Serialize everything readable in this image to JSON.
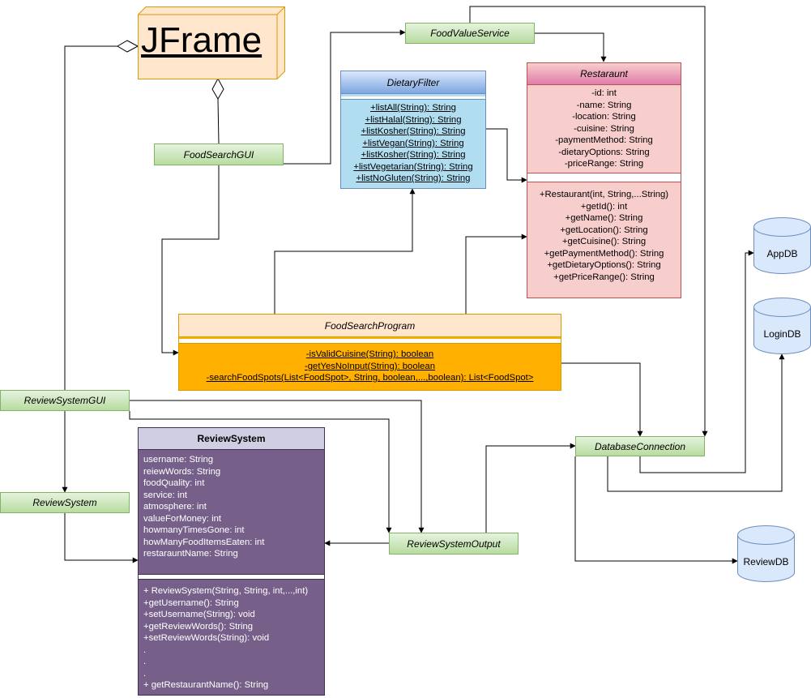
{
  "jframe": {
    "label": "JFrame"
  },
  "green_boxes": {
    "food_value_service": "FoodValueService",
    "food_search_gui": "FoodSearchGUI",
    "review_system_gui": "ReviewSystemGUI",
    "review_system": "ReviewSystem",
    "review_system_output": "ReviewSystemOutput",
    "database_connection": "DatabaseConnection"
  },
  "dietary_filter": {
    "name": "DietaryFilter",
    "methods": [
      "+listAll(String): String",
      "+listHalal(String): String",
      "+listKosher(String): String",
      "+listVegan(String): String",
      "+listKosher(String): String",
      "+listVegetarian(String): String",
      "+listNoGluten(String): String"
    ]
  },
  "restaurant": {
    "name": "Restaraunt",
    "attributes": [
      "-id: int",
      "-name: String",
      "-location: String",
      "-cuisine: String",
      "-paymentMethod: String",
      "-dietaryOptions: String",
      "-priceRange: String"
    ],
    "methods": [
      "+Restaurant(int, String,...String)",
      "+getId(): int",
      "+getName(): String",
      "+getLocation(): String",
      "+getCuisine(): String",
      "+getPaymentMethod(): String",
      "+getDietaryOptions(): String",
      "+getPriceRange(): String"
    ]
  },
  "food_search_program": {
    "name": "FoodSearchProgram",
    "methods": [
      "-isValidCuisine(String): boolean",
      "-getYesNoInput(String): boolean",
      "-searchFoodSpots(List<FoodSpot>, String, boolean,...,boolean): List<FoodSpot>"
    ]
  },
  "review_system_class": {
    "name": "ReviewSystem",
    "attributes": [
      "username: String",
      "reiewWords: String",
      "foodQuality: int",
      "service: int",
      "atmosphere: int",
      "valueForMoney: int",
      "howmanyTimesGone: int",
      "howManyFoodItemsEaten: int",
      "restarauntName: String"
    ],
    "methods": [
      "+ ReviewSystem(String, String, int,...,int)",
      "+getUsername(): String",
      "+setUsername(String): void",
      "+getReviewWords(): String",
      "+setReviewWords(String): void",
      ".",
      ".",
      ".",
      "+ getRestaurantName(): String"
    ]
  },
  "databases": {
    "app": "AppDB",
    "login": "LoginDB",
    "review": "ReviewDB"
  }
}
